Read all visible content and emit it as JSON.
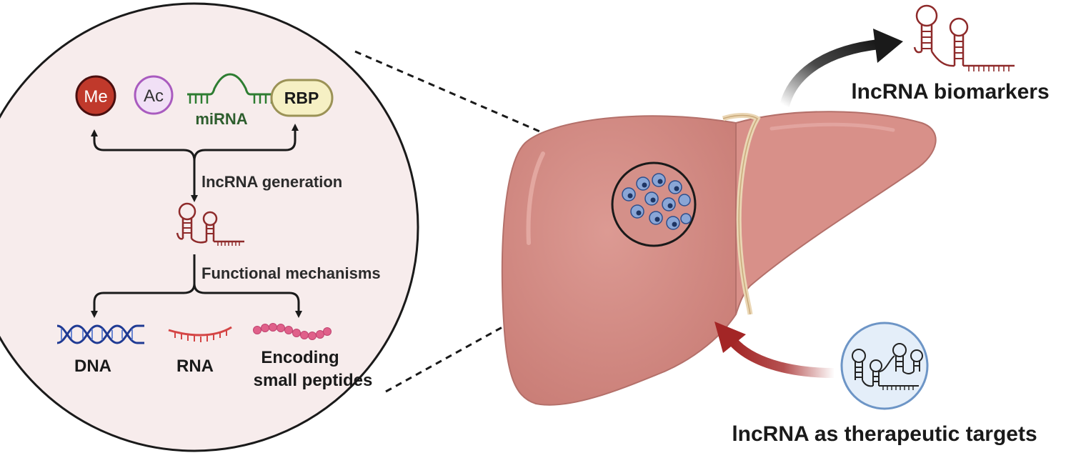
{
  "modifiers": {
    "me": "Me",
    "ac": "Ac",
    "mirna": "miRNA",
    "rbp": "RBP"
  },
  "flow": {
    "generation": "lncRNA generation",
    "mechanisms": "Functional mechanisms"
  },
  "targets": {
    "dna": "DNA",
    "rna": "RNA",
    "peptides_line1": "Encoding",
    "peptides_line2": "small peptides"
  },
  "applications": {
    "biomarkers": "lncRNA biomarkers",
    "therapeutic": "lncRNA as therapeutic targets"
  },
  "colors": {
    "me_fill": "#c0392b",
    "ac_stroke": "#a95bbf",
    "mirna": "#2e7d32",
    "rbp_fill": "#f6f0c4",
    "lncrna": "#8e2a2a",
    "dna": "#1f3a93",
    "rna": "#d44545",
    "peptide": "#e0608a",
    "liver": "#d98f88",
    "therapeutic_arrow": "#a32626"
  }
}
